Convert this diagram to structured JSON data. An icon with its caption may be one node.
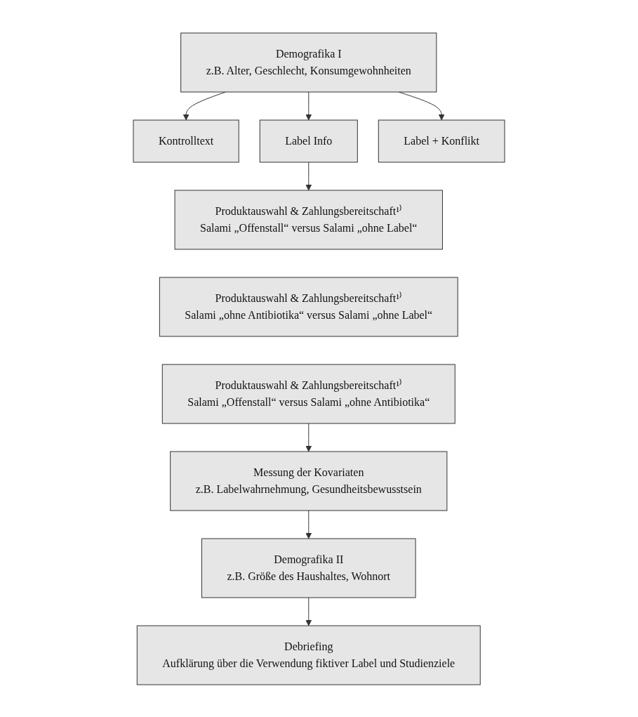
{
  "diagram": {
    "nodes": [
      {
        "text": [
          "Demografika I",
          "z.B. Alter, Geschlecht, Konsumgewohnheiten"
        ]
      },
      {
        "text": [
          "Kontrolltext"
        ]
      },
      {
        "text": [
          "Label Info"
        ]
      },
      {
        "text": [
          "Label + Konflikt"
        ]
      },
      {
        "text": [
          "Produktauswahl & Zahlungsbereitschaft¹⁾",
          "Salami „Offenstall“ versus Salami „ohne Label“"
        ]
      },
      {
        "text": [
          "Produktauswahl & Zahlungsbereitschaft¹⁾",
          "Salami „ohne Antibiotika“ versus Salami „ohne Label“"
        ]
      },
      {
        "text": [
          "Produktauswahl & Zahlungsbereitschaft¹⁾",
          "Salami „Offenstall“ versus Salami „ohne Antibiotika“"
        ]
      },
      {
        "text": [
          "Messung der Kovariaten",
          "z.B. Labelwahrnehmung, Gesundheitsbewusstsein"
        ]
      },
      {
        "text": [
          "Demografika II",
          "z.B. Größe des Haushaltes, Wohnort"
        ]
      },
      {
        "text": [
          "Debriefing",
          "Aufklärung über die Verwendung fiktiver Label und Studienziele"
        ]
      }
    ],
    "edges": [
      {
        "from": 0,
        "to": 1,
        "arrow": "to"
      },
      {
        "from": 0,
        "to": 2,
        "arrow": "to"
      },
      {
        "from": 0,
        "to": 3,
        "arrow": "to"
      },
      {
        "from": 2,
        "to": 4,
        "arrow": "to"
      },
      {
        "from": 6,
        "to": 7,
        "arrow": "to"
      },
      {
        "from": 7,
        "to": 8,
        "arrow": "to"
      },
      {
        "from": 8,
        "to": 9,
        "arrow": "to"
      }
    ]
  }
}
